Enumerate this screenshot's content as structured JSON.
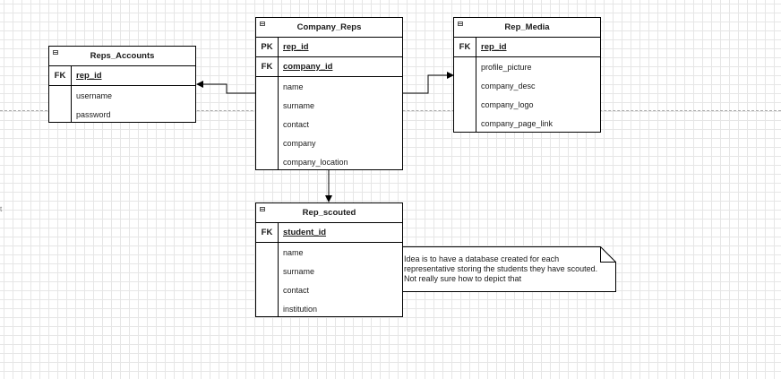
{
  "tables": {
    "reps_accounts": {
      "title": "Reps_Accounts",
      "key": {
        "type": "FK",
        "name": "rep_id"
      },
      "fields": [
        "username",
        "password"
      ]
    },
    "company_reps": {
      "title": "Company_Reps",
      "keys": [
        {
          "type": "PK",
          "name": "rep_id"
        },
        {
          "type": "FK",
          "name": "company_id"
        }
      ],
      "fields": [
        "name",
        "surname",
        "contact",
        "company",
        "company_location"
      ]
    },
    "rep_media": {
      "title": "Rep_Media",
      "key": {
        "type": "FK",
        "name": "rep_id"
      },
      "fields": [
        "profile_picture",
        "company_desc",
        "company_logo",
        "company_page_link"
      ]
    },
    "rep_scouted": {
      "title": "Rep_scouted",
      "key": {
        "type": "FK",
        "name": "student_id"
      },
      "fields": [
        "name",
        "surname",
        "contact",
        "institution"
      ]
    }
  },
  "note": {
    "line1": "Idea is to have a database created for each",
    "line2": "representative storing the students they have scouted.",
    "line3": "Not really sure how to depict that"
  },
  "edge_mark": "t"
}
